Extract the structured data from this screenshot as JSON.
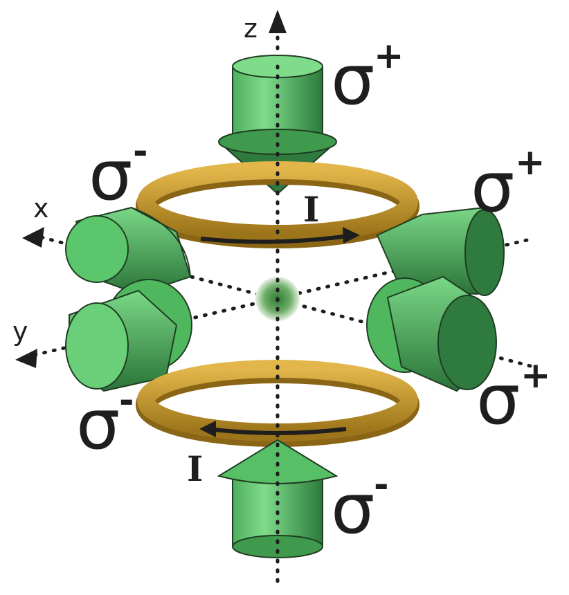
{
  "axes": {
    "z": "z",
    "x": "x",
    "y": "y"
  },
  "current_label": "I",
  "beams": {
    "top": {
      "sigma": "σ",
      "sign": "+"
    },
    "bottom": {
      "sigma": "σ",
      "sign": "-"
    },
    "left_upper": {
      "sigma": "σ",
      "sign": "-"
    },
    "left_lower": {
      "sigma": "σ",
      "sign": "-"
    },
    "right_upper": {
      "sigma": "σ",
      "sign": "+"
    },
    "right_lower": {
      "sigma": "σ",
      "sign": "+"
    }
  },
  "colors": {
    "beam_light": "#6fd37d",
    "beam_dark": "#2f7a3e",
    "coil": "#c99a2e",
    "coil_dark": "#8a6516",
    "atom": "#3c8a3f",
    "ink": "#1e1e1e"
  }
}
